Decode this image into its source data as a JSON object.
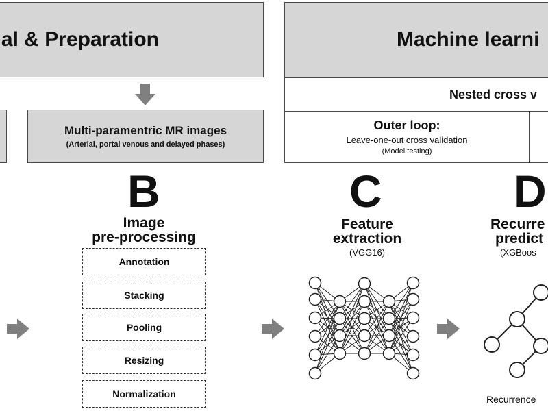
{
  "header_left": {
    "title": "al & Preparation"
  },
  "header_right": {
    "title": "Machine learni"
  },
  "mr_images": {
    "title": "Multi-paramentric MR images",
    "subtitle": "(Arterial, portal venous and delayed phases)"
  },
  "nested_cv": {
    "title": "Nested cross v"
  },
  "outer_loop": {
    "title": "Outer loop:",
    "line1": "Leave-one-out cross validation",
    "line2": "(Model testing)"
  },
  "section_b": {
    "letter": "B",
    "title_line1": "Image",
    "title_line2": "pre-processing",
    "steps": [
      "Annotation",
      "Stacking",
      "Pooling",
      "Resizing",
      "Normalization"
    ]
  },
  "section_c": {
    "letter": "C",
    "title_line1": "Feature",
    "title_line2": "extraction",
    "subtitle": "(VGG16)"
  },
  "section_d": {
    "letter": "D",
    "title_line1": "Recurre",
    "title_line2": "predict",
    "subtitle": "(XGBoos",
    "bottom_label": "Recurrence"
  },
  "colors": {
    "box_fill": "#d6d6d6",
    "arrow": "#808080",
    "stroke": "#222222"
  },
  "icons": [
    "down-arrow-icon",
    "right-arrow-icon",
    "neural-network-icon",
    "decision-tree-icon"
  ]
}
